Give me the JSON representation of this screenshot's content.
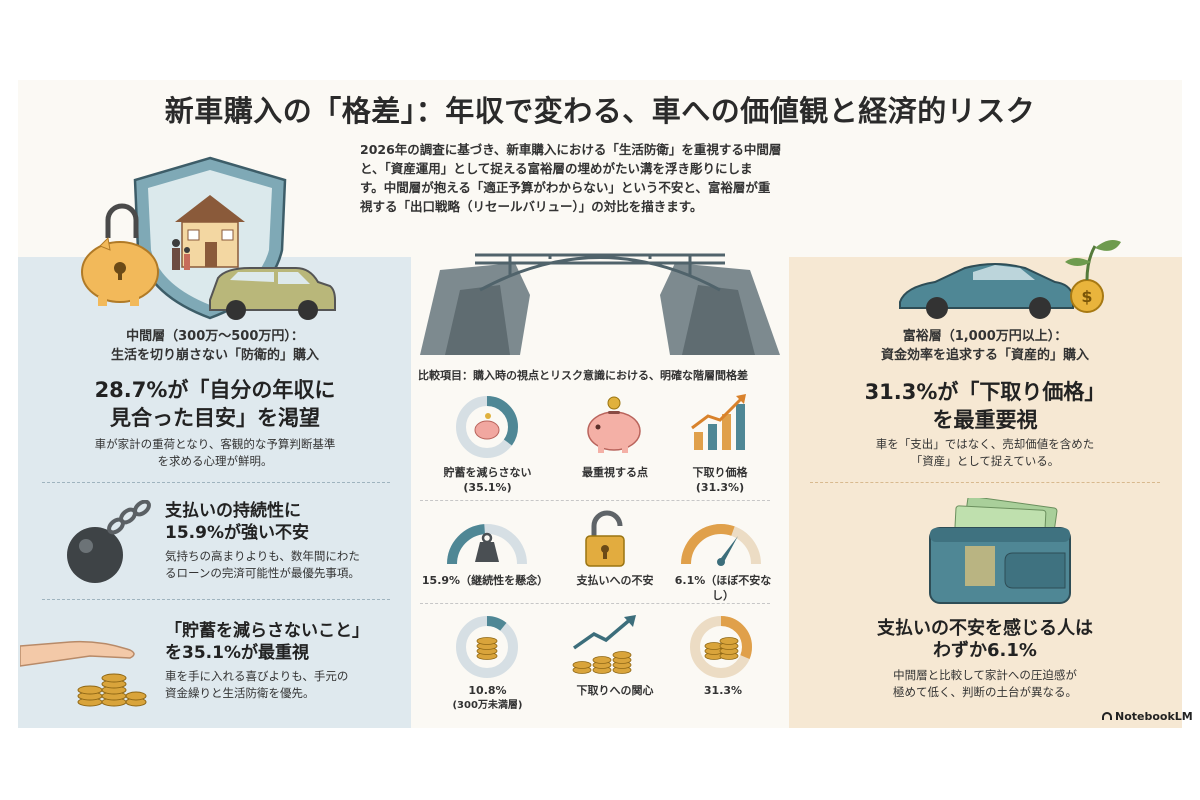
{
  "header": {
    "title": "新車購入の「格差」：年収で変わる、車への価値観と経済的リスク",
    "intro_lines": [
      "2026年の調査に基づき、新車購入における「生活防衛」を重視する中間層",
      "と、「資産運用」として捉える富裕層の埋めがたい溝を浮き彫りにしま",
      "す。中間層が抱える「適正予算がわからない」という不安と、富裕層が重",
      "視する「出口戦略（リセールバリュー）」の対比を描きます。"
    ]
  },
  "middle_class": {
    "heading_lines": [
      "中間層（300万〜500万円）：",
      "生活を切り崩さない「防衛的」購入"
    ],
    "stat_lines": [
      "28.7%が「自分の年収に",
      "見合った目安」を渇望"
    ],
    "note_lines": [
      "車が家計の重荷となり、客観的な予算判断基準",
      "を求める心理が鮮明。"
    ],
    "block2": {
      "title_lines": [
        "支払いの持続性に",
        "15.9%が強い不安"
      ],
      "text_lines": [
        "気持ちの高まりよりも、数年間にわた",
        "るローンの完済可能性が最優先事項。"
      ]
    },
    "block3": {
      "title_lines": [
        "「貯蓄を減らさないこと」",
        "を35.1%が最重視"
      ],
      "text_lines": [
        "車を手に入れる喜びよりも、手元の",
        "資金繰りと生活防衛を優先。"
      ]
    }
  },
  "wealthy": {
    "heading_lines": [
      "富裕層（1,000万円以上）：",
      "資金効率を追求する「資産的」購入"
    ],
    "stat_lines": [
      "31.3%が「下取り価格」",
      "を最重要視"
    ],
    "note_lines": [
      "車を「支出」ではなく、売却価値を含めた",
      "「資産」として捉えている。"
    ],
    "block2": {
      "title_lines": [
        "支払いの不安を感じる人は",
        "わずか6.1%"
      ],
      "text_lines": [
        "中間層と比較して家計への圧迫感が",
        "極めて低く、判断の土台が異なる。"
      ]
    }
  },
  "comparison": {
    "title": "比較項目：購入時の視点とリスク意識における、明確な階層間格差",
    "row1": [
      "貯蓄を減らさない",
      "(35.1%)",
      "最重視する点",
      "下取り価格",
      "(31.3%)"
    ],
    "row2": [
      "15.9%（継続性を懸念）",
      "支払いへの不安",
      "6.1%（ほぼ不安なし）"
    ],
    "row3": [
      "10.8%",
      "(300万未満層)",
      "下取りへの関心",
      "31.3%"
    ],
    "gauges": {
      "savings": 0.351,
      "sustain": 0.159,
      "safe": 0.061,
      "under3m": 0.108,
      "tradein": 0.313
    }
  },
  "colors": {
    "teal": "#4f8795",
    "orange": "#e0a04a",
    "ring_bg": "#d6dfe4",
    "ring_bg_warm": "#ecdcc4"
  },
  "brand": {
    "name": "NotebookLM"
  }
}
